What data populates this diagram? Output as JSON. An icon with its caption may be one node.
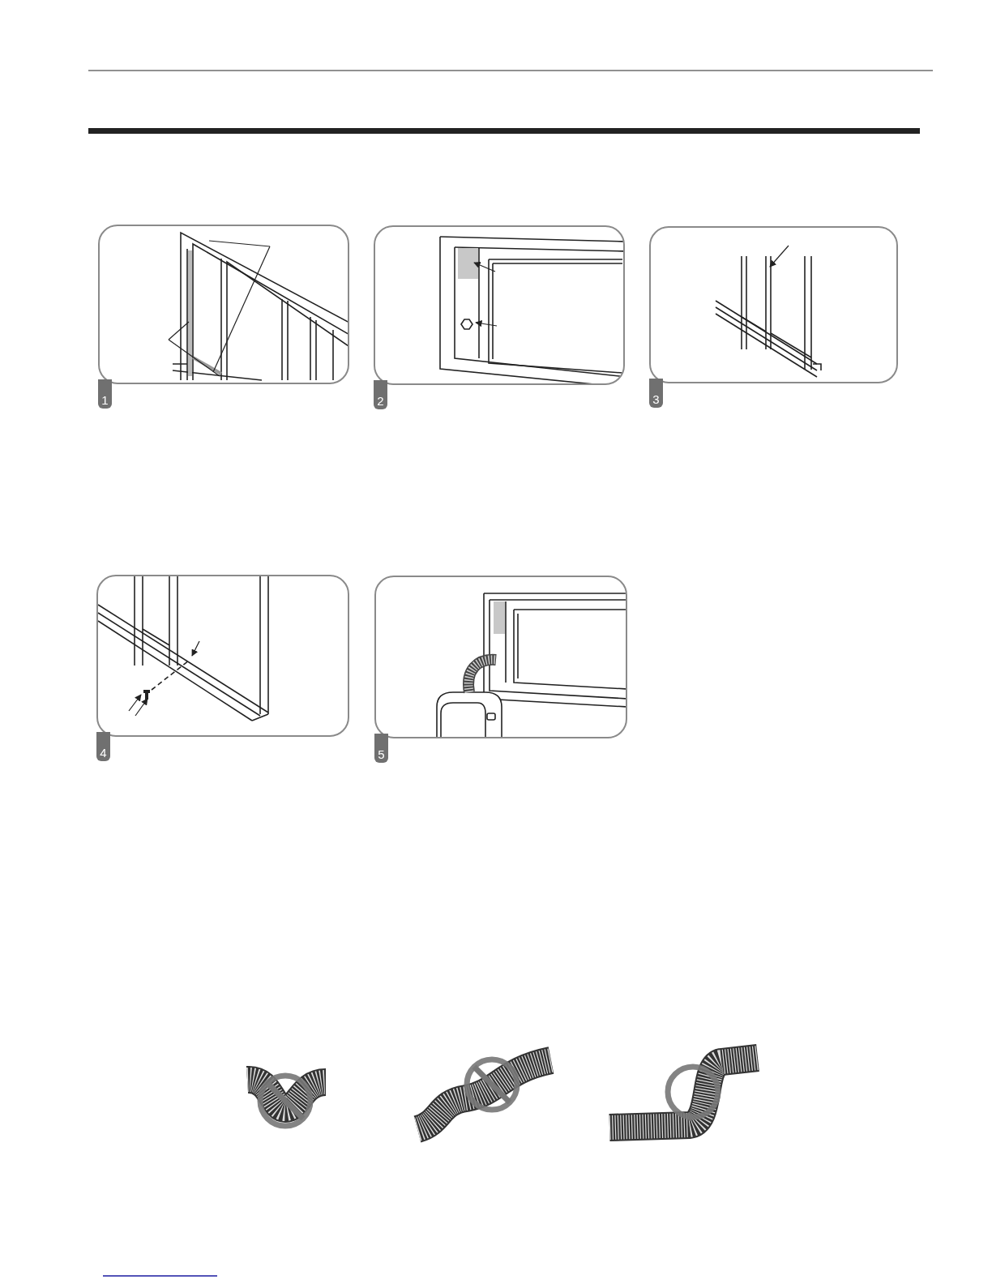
{
  "diagram": {
    "nodes": [
      {
        "text": [
          "1"
        ]
      },
      {
        "text": [
          "2"
        ]
      },
      {
        "text": [
          "3"
        ]
      },
      {
        "text": [
          "4"
        ]
      },
      {
        "text": [
          "5"
        ]
      }
    ]
  }
}
